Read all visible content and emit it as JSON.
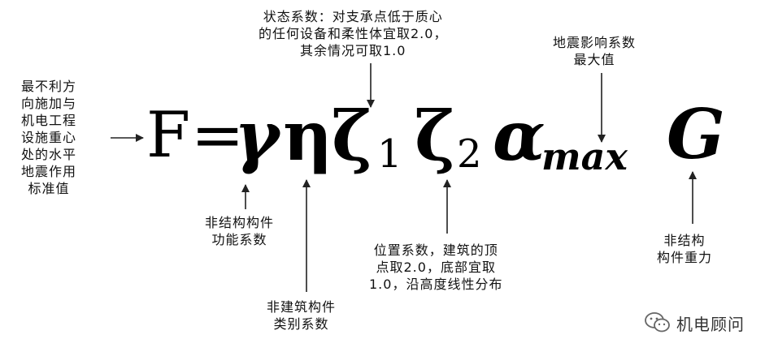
{
  "formula": {
    "F": "F",
    "eq": "=",
    "gamma": "γ",
    "eta": "η",
    "zeta1": "ζ",
    "sub1": "1",
    "zeta2": "ζ",
    "sub2": "2",
    "alpha": "α",
    "alpha_sub": "max",
    "G": "G"
  },
  "annotations": {
    "left": [
      "最不利方",
      "向施加与",
      "机电工程",
      "设施重心",
      "处的水平",
      "地震作用",
      "标准值"
    ],
    "state": [
      "状态系数：对支承点低于质心",
      "的任何设备和柔性体宜取2.0，",
      "其余情况可取1.0"
    ],
    "alpha": [
      "地震影响系数",
      "最大值"
    ],
    "gamma": [
      "非结构构件",
      "功能系数"
    ],
    "eta": [
      "非建筑构件",
      "类别系数"
    ],
    "position": [
      "位置系数，建筑的顶",
      "点取2.0，底部宜取",
      "1.0，沿高度线性分布"
    ],
    "gravity": [
      "非结构",
      "构件重力"
    ]
  },
  "watermark": {
    "text": "机电顾问",
    "icon": "wechat-icon"
  },
  "colors": {
    "text": "#111111",
    "arrow": "#222222",
    "background": "#ffffff"
  }
}
